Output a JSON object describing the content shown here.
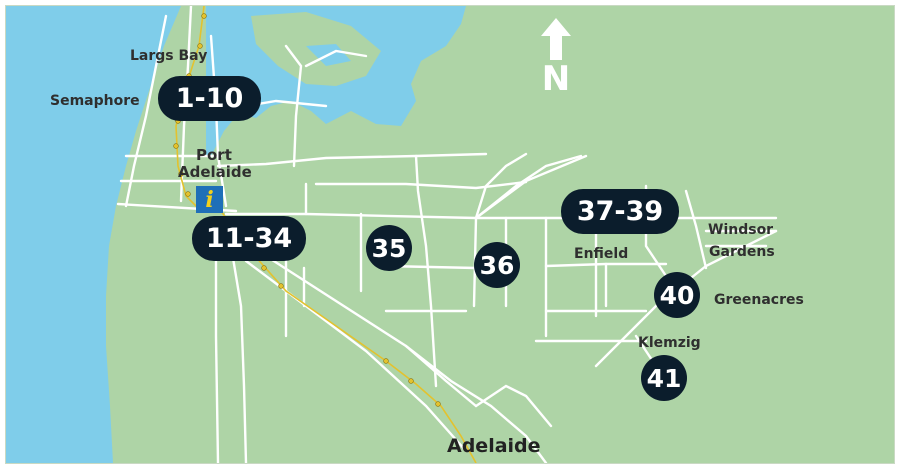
{
  "map": {
    "colors": {
      "land": "#aed4a6",
      "water": "#7fcdea",
      "roads": "#ffffff",
      "rail": "#e3c22e",
      "marker": "#0b1d2c",
      "info_icon_bg": "#1f6fb8"
    },
    "icons": {
      "info": "visitor-information-icon",
      "north": "north-arrow-icon"
    },
    "places": {
      "largs_bay": "Largs Bay",
      "semaphore": "Semaphore",
      "port_adelaide_1": "Port",
      "port_adelaide_2": "Adelaide",
      "enfield": "Enfield",
      "windsor_gardens_1": "Windsor",
      "windsor_gardens_2": "Gardens",
      "greenacres": "Greenacres",
      "klemzig": "Klemzig",
      "adelaide": "Adelaide"
    },
    "markers": {
      "m1": "1-10",
      "m2": "11-34",
      "m3": "35",
      "m4": "36",
      "m5": "37-39",
      "m6": "40",
      "m7": "41"
    },
    "north": "N",
    "info_glyph": "i"
  }
}
